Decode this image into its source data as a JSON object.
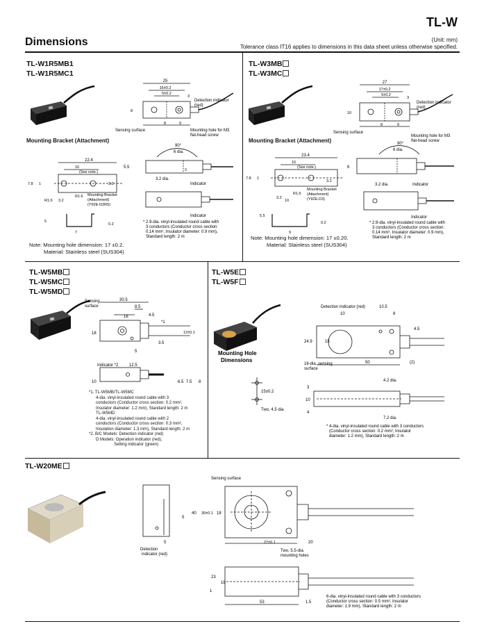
{
  "header": {
    "series": "TL-W",
    "section": "Dimensions",
    "unit": "(Unit: mm)",
    "tolerance": "Tolerance class IT16 applies to dimensions in this data sheet unless otherwise specified."
  },
  "w1r5": {
    "title1": "TL-W1R5MB1",
    "title2": "TL-W1R5MC1",
    "bracket_heading": "Mounting Bracket (Attachment)",
    "d_25": "25",
    "d_16": "16±0.2",
    "d_5": "5±0.2",
    "d_3": "3",
    "d_8": "8",
    "d_8b": "8",
    "d_9": "9",
    "detect": "Detection indicator",
    "detect2": "(red)",
    "sensing": "Sensing surface",
    "mount_hole": "Mounting hole for M3",
    "mount_hole2": "flat-head screw",
    "b_22_4": "22.4",
    "b_16": "16",
    "see_note": "(See note.)",
    "b_7_8": "7.8",
    "b_1": "1",
    "b_3_2": "3.2",
    "b_r1_6a": "R1.6",
    "b_3_2b": "3.2",
    "b_r1_6b": "R1.6",
    "bracket_lbl": "Mounting Bracket",
    "bracket_lbl2": "(Attachment)",
    "bracket_lbl3": "(Y92E-D2R5)",
    "b_5": "5",
    "b_7": "7",
    "b_0_2": "0.2",
    "s_90": "90°",
    "s_6dia": "6 dia.",
    "s_5_5": "5.5",
    "s_3_2": "3.2 dia.",
    "s_3": "3",
    "indicator": "Indicator",
    "indicator2": "Indicator",
    "cable_note": "* 2.9-dia. vinyl-insulated round cable with",
    "cable_note2": "3 conductors (Conductor cross section:",
    "cable_note3": "0.14 mm², Insulator diameter: 0.9 mm),",
    "cable_note4": "Standard length: 2 m",
    "note1": "Note: Mounting hole dimension: 17 ±0.2.",
    "note2": "Material: Stainless steel (SUS304)"
  },
  "w3": {
    "title1": "TL-W3MB",
    "title2": "TL-W3MC",
    "bracket_heading": "Mounting Bracket (Attachment)",
    "d_27": "27",
    "d_17": "17±0.2",
    "d_5": "5±0.2",
    "d_3": "3",
    "d_10": "10",
    "d_8": "8",
    "d_9": "9",
    "detect": "Detection indicator",
    "detect2": "(red)",
    "sensing": "Sensing surface",
    "mount_hole": "Mounting hole for M3",
    "mount_hole2": "flat-head screw",
    "b_23_4": "23.4",
    "b_16": "16",
    "see_note": "(See note.)",
    "b_7_8": "7.8",
    "b_1": "1",
    "b_3_2": "3.2",
    "b_r1_6": "R1.6",
    "b_3_2b": "3.2",
    "bracket_lbl": "Mounting Bracket",
    "bracket_lbl2": "(Attachment)",
    "bracket_lbl3": "(Y92E-D3)",
    "b_10": "10",
    "b_5_5": "5.5",
    "b_9": "9",
    "b_0_2": "0.2",
    "s_90": "90°",
    "s_6dia": "6 dia.",
    "s_6": "6",
    "s_3_2": "3.2 dia.",
    "indicator": "Indicator",
    "indicator2": "Indicator",
    "cable_note": "* 2.9-dia. vinyl-insulated round cable with",
    "cable_note2": "3 conductors (Conductor cross section:",
    "cable_note3": "0.14 mm², Insulator diameter: 0.9 mm),",
    "cable_note4": "Standard length: 2 m",
    "note1": "Note: Mounting hole dimension: 17 ±0.20.",
    "note2": "Material: Stainless steel (SUS304)"
  },
  "w5": {
    "title1": "TL-W5MB",
    "title2": "TL-W5MC",
    "title3": "TL-W5MD",
    "sensing": "Sensing",
    "sensing2": "surface",
    "d_30_5": "30.5",
    "d_8_5": "8.5",
    "d_18": "18",
    "d_4_5": "4.5",
    "d_star1": "*1",
    "d_18b": "18",
    "d_12": "12±0.1",
    "d_3_5": "3.5",
    "d_5": "5",
    "indicator": "Indicator *2",
    "d_12_5": "12.5",
    "d_10": "10",
    "d_6_5": "6.5",
    "d_7_5": "7.5",
    "d_8": "8",
    "fn1": "*1. TL-W5MB/TL-W5MC",
    "fn2": "4-dia. vinyl-insulated round cable with 3",
    "fn3": "conductors (Conductor cross section: 0.2 mm²,",
    "fn4": "Insulator diameter: 1.2 mm), Standard length: 2 m",
    "fn5": "TL-W5MD",
    "fn6": "4-dia. vinyl-insulated round cable with 2",
    "fn7": "conductors (Conductor cross section: 0.3 mm²,",
    "fn8": "Insulation diameter: 1.3 mm), Standard length: 2 m",
    "fn9": "*2. B/C Models: Detection indicator (red)",
    "fn10": "D Models: Operation indicator (red),",
    "fn11": "Setting indicator (green)"
  },
  "w5e": {
    "title1": "TL-W5E",
    "title2": "TL-W5F",
    "mh1": "Mounting Hole",
    "mh2": "Dimensions",
    "mh_15": "15±0.2",
    "mh_holes": "Two, 4.5 dia.",
    "detect": "Detection indicator (red)",
    "d_10_5": "10.5",
    "d_10": "10",
    "d_8": "8",
    "d_4_5": "4.5",
    "d_24_9": "24.9",
    "d_15": "15",
    "d_16dia": "16-dia. sensing",
    "d_16dia2": "surface",
    "d_50": "50",
    "d_2": "(2)",
    "side_3": "3",
    "side_10": "10",
    "side_4": "4",
    "side_4_2": "4.2 dia.",
    "side_7_2": "7.2 dia.",
    "cable_note": "* 4-dia. vinyl-insulated round cable with 3 conductors",
    "cable_note2": "(Conductor cross section: 0.2 mm², Insulator",
    "cable_note3": "diameter: 1.2 mm), Standard length: 2 m"
  },
  "w20": {
    "title": "TL-W20ME",
    "sensing": "Sensing surface",
    "d_40": "40",
    "d_30": "30±0.1",
    "d_18": "18",
    "d_5": "5",
    "d_5b": "5",
    "d_27": "27±0.1",
    "d_20": "20",
    "detect": "Detection",
    "detect2": "indicator (red)",
    "holes": "Two, 5.5-dia.",
    "holes2": "mounting holes",
    "d_23": "23",
    "d_18b": "18",
    "d_1": "1",
    "d_53": "53",
    "d_1_5": "1.5",
    "cable_note": "6-dia. vinyl-insulated round cable with 3 conductors",
    "cable_note2": "(Conductor cross section: 0.5 mm², Insulator",
    "cable_note3": "diameter: 1.9 mm), Standard length: 2 m"
  }
}
